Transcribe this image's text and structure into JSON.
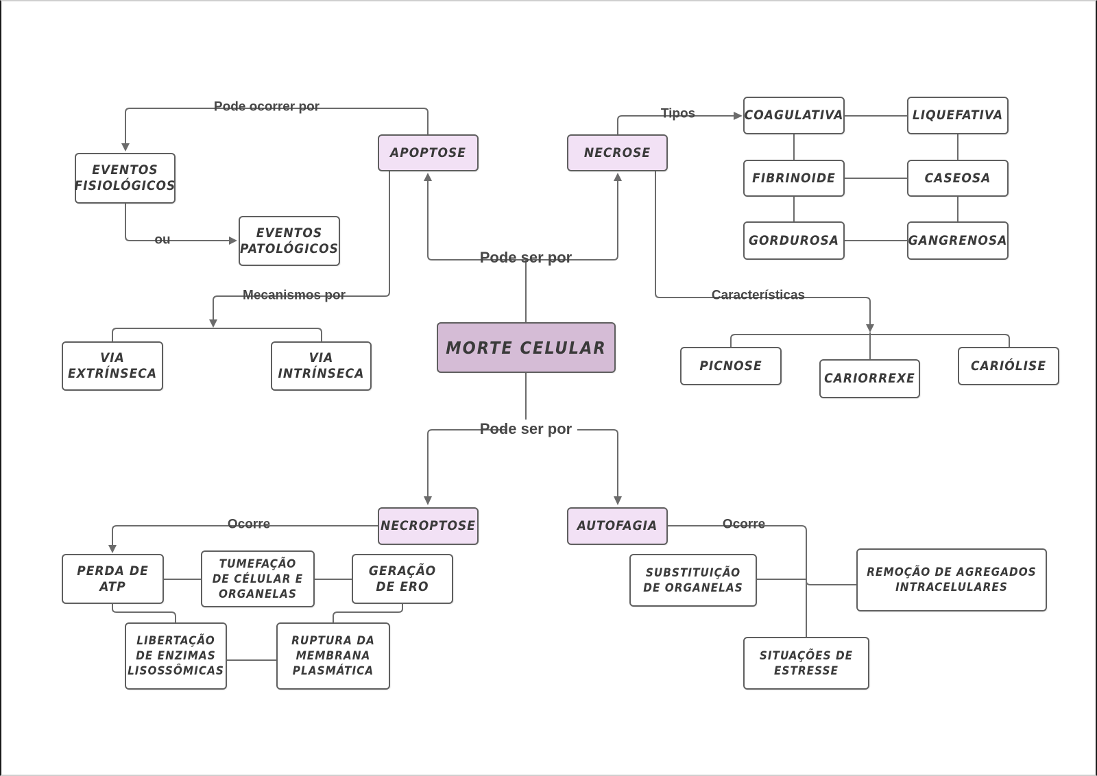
{
  "diagram": {
    "root": "MORTE CELULAR",
    "colors": {
      "root_fill": "#d5bcd6",
      "category_fill": "#f2e1f5",
      "node_fill": "#ffffff",
      "stroke": "#5f5f5f",
      "text": "#3a3a3a"
    },
    "categories": {
      "apoptose": "APOPTOSE",
      "necrose": "NECROSE",
      "necroptose": "NECROPTOSE",
      "autofagia": "AUTOFAGIA"
    },
    "edge_labels": {
      "root_top": "Pode ser por",
      "root_bottom": "Pode ser por",
      "apoptose_occurs": "Pode ocorrer por",
      "apoptose_or": "ou",
      "apoptose_mechanisms": "Mecanismos por",
      "necrose_types": "Tipos",
      "necrose_features": "Características",
      "necroptose_occurs": "Ocorre",
      "autofagia_occurs": "Ocorre"
    },
    "apoptose": {
      "events": [
        "EVENTOS\nFISIOLÓGICOS",
        "EVENTOS\nPATOLÓGICOS"
      ],
      "pathways": [
        "VIA\nEXTRÍNSECA",
        "VIA\nINTRÍNSECA"
      ]
    },
    "necrose": {
      "types": [
        "COAGULATIVA",
        "LIQUEFATIVA",
        "FIBRINOIDE",
        "CASEOSA",
        "GORDUROSA",
        "GANGRENOSA"
      ],
      "features": [
        "PICNOSE",
        "CARIORREXE",
        "CARIÓLISE"
      ]
    },
    "necroptose": {
      "effects": [
        "PERDA DE\nATP",
        "TUMEFAÇÃO\nDE CÉLULAR E\nORGANELAS",
        "GERAÇÃO\nDE ERO",
        "LIBERTAÇÃO\nDE ENZIMAS\nLISOSSÔMICAS",
        "RUPTURA DA\nMEMBRANA\nPLASMÁTICA"
      ]
    },
    "autofagia": {
      "effects": [
        "SUBSTITUIÇÃO\nDE ORGANELAS",
        "REMOÇÃO DE AGREGADOS\nINTRACELULARES",
        "SITUAÇÕES DE\nESTRESSE"
      ]
    }
  }
}
